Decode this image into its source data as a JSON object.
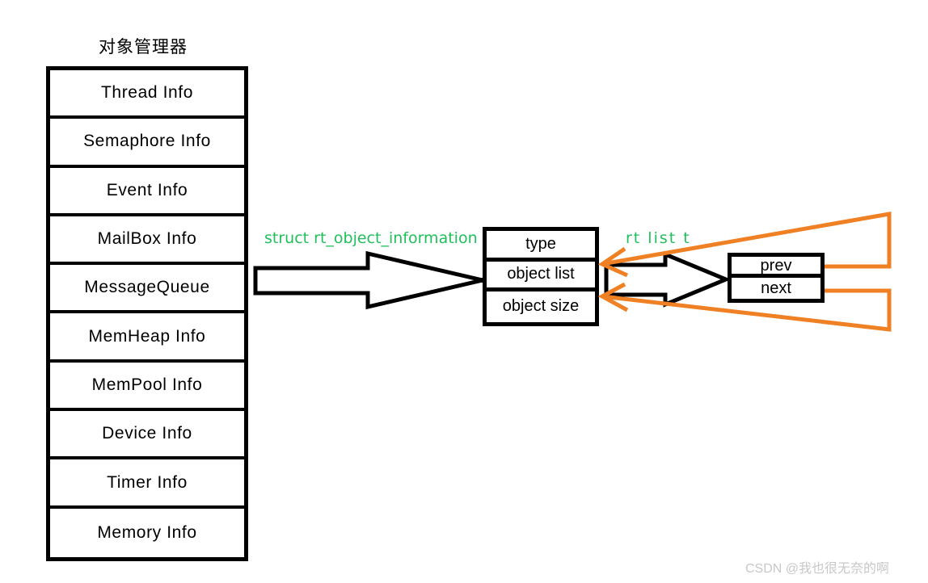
{
  "diagram": {
    "title": "对象管理器",
    "manager": {
      "rows": [
        {
          "label": "Thread  Info"
        },
        {
          "label": "Semaphore  Info"
        },
        {
          "label": "Event Info"
        },
        {
          "label": "MailBox Info"
        },
        {
          "label": "MessageQueue"
        },
        {
          "label": "MemHeap Info"
        },
        {
          "label": "MemPool Info"
        },
        {
          "label": "Device Info"
        },
        {
          "label": "Timer Info"
        },
        {
          "label": "Memory Info"
        }
      ]
    },
    "struct_box": {
      "label": "struct rt_object_information",
      "rows": [
        {
          "label": "type"
        },
        {
          "label": "object list"
        },
        {
          "label": "object size"
        }
      ]
    },
    "list_box": {
      "label": "rt list t",
      "rows": [
        {
          "label": "prev"
        },
        {
          "label": "next"
        }
      ]
    },
    "colors": {
      "green_label": "#21bf5b",
      "orange_link": "#f08024",
      "outline": "#000000",
      "background": "#ffffff",
      "watermark": "#c8c8c8"
    },
    "watermark": "CSDN @我也很无奈的啊"
  }
}
